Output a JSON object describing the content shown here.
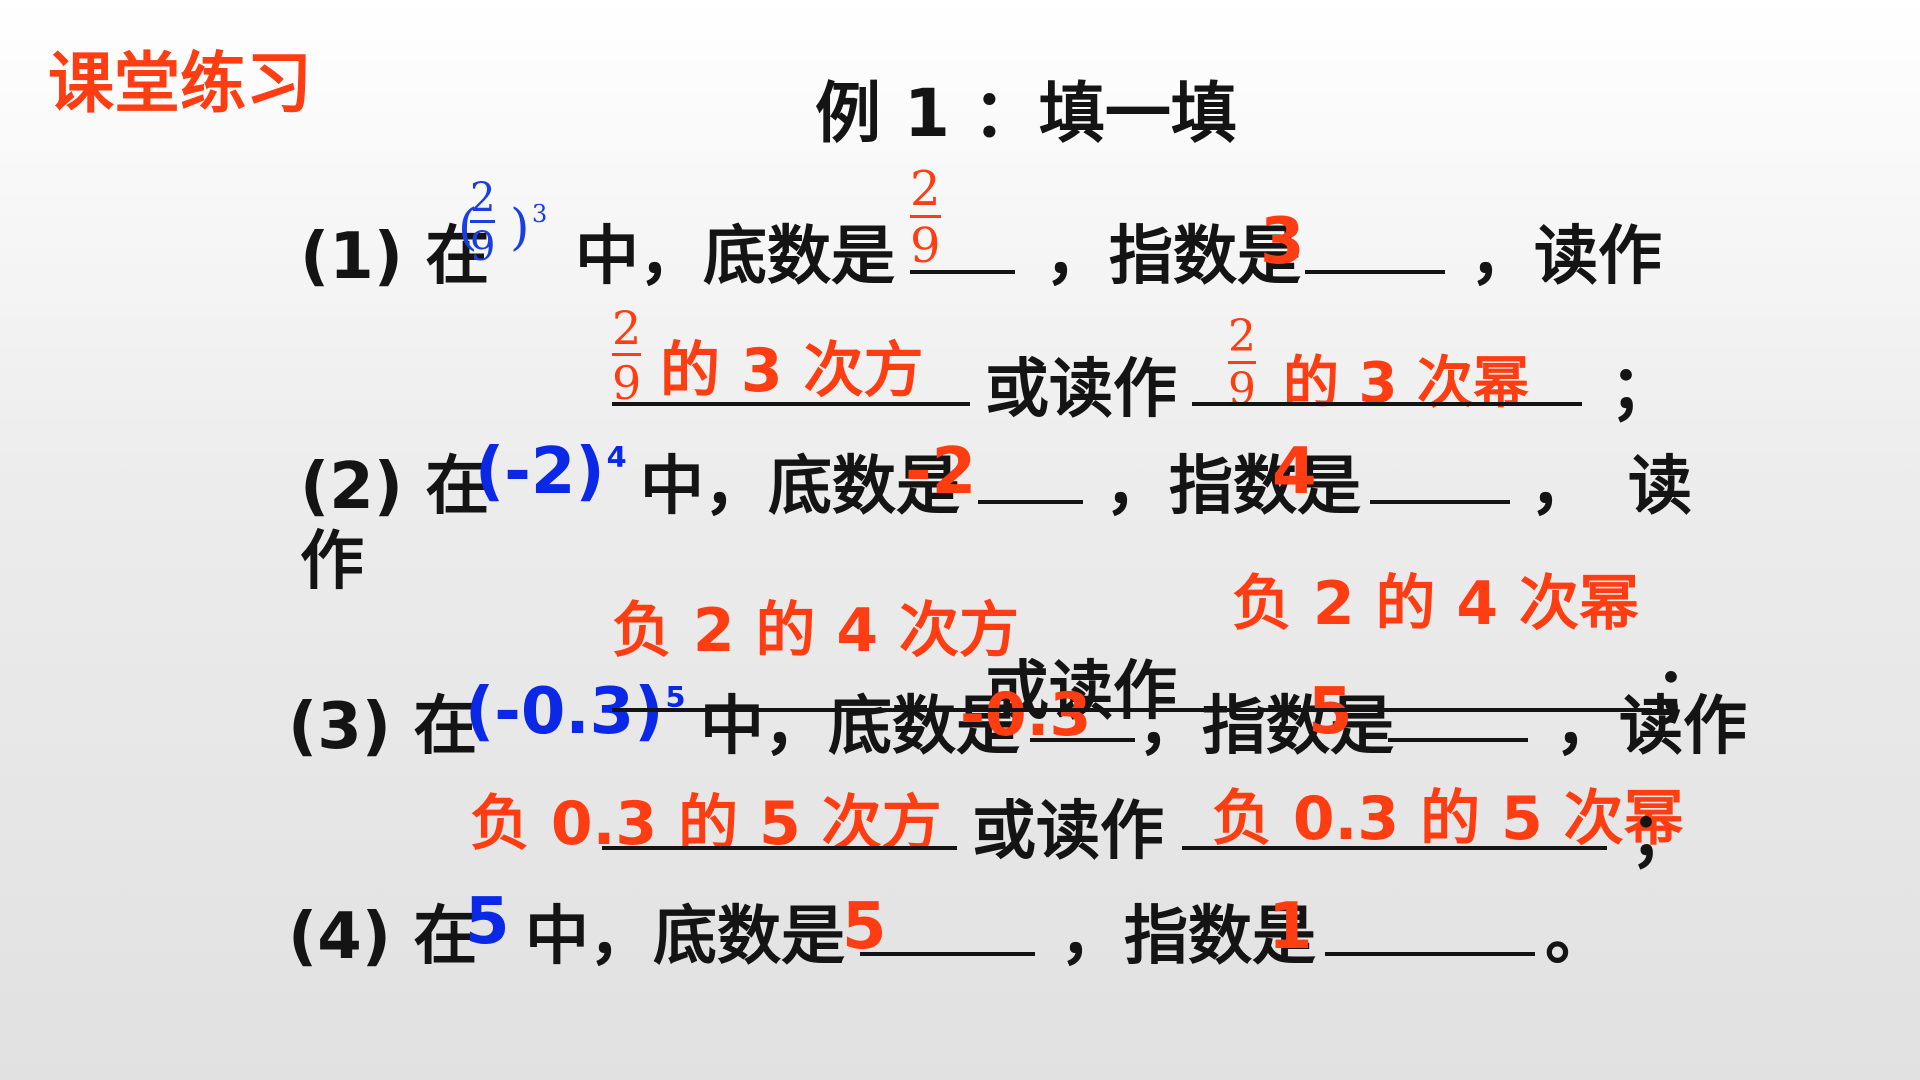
{
  "header": {
    "label": "课堂练习",
    "title": "例 1 ：填一填"
  },
  "items": [
    {
      "number": "(1) 在",
      "expr": {
        "numerator": "2",
        "denominator": "9",
        "exponent": "3"
      },
      "mid_text": "中，底数是",
      "base_answer": {
        "numerator": "2",
        "denominator": "9"
      },
      "comma1": "，指数是",
      "exponent_answer": "3",
      "comma2": "，读作",
      "reading1": {
        "frac": {
          "numerator": "2",
          "denominator": "9"
        },
        "text": "的 3 次方"
      },
      "or_read": "或读作",
      "reading2": {
        "frac": {
          "numerator": "2",
          "denominator": "9"
        },
        "text": "的 3 次幂"
      },
      "end": "；"
    },
    {
      "number": "(2) 在",
      "expr": "(-2)",
      "exponent": "4",
      "mid_text": "中，底数是",
      "base_answer": "-2",
      "comma1": "，指数是",
      "exponent_answer": "4",
      "comma2": "，",
      "read_label_a": "读",
      "read_label_b": "作",
      "reading1": "负 2 的 4 次方",
      "or_read": "或读作",
      "reading2": "负 2 的 4 次幂",
      "end": "；"
    },
    {
      "number": "(3) 在",
      "expr": "(-0.3)",
      "exponent": "5",
      "mid_text": "中，底数是",
      "base_answer": "-0.3",
      "comma1": "，指数是",
      "exponent_answer": "5",
      "comma2": "，读作",
      "reading1": "负 0.3 的 5 次方",
      "or_read": "或读作",
      "reading2": "负 0.3 的 5 次幂",
      "end": "；"
    },
    {
      "number": "(4) 在",
      "expr": "5",
      "mid_text": "中，底数是",
      "base_answer": "5",
      "comma1": "，指数是",
      "exponent_answer": "1",
      "end": "。"
    }
  ]
}
